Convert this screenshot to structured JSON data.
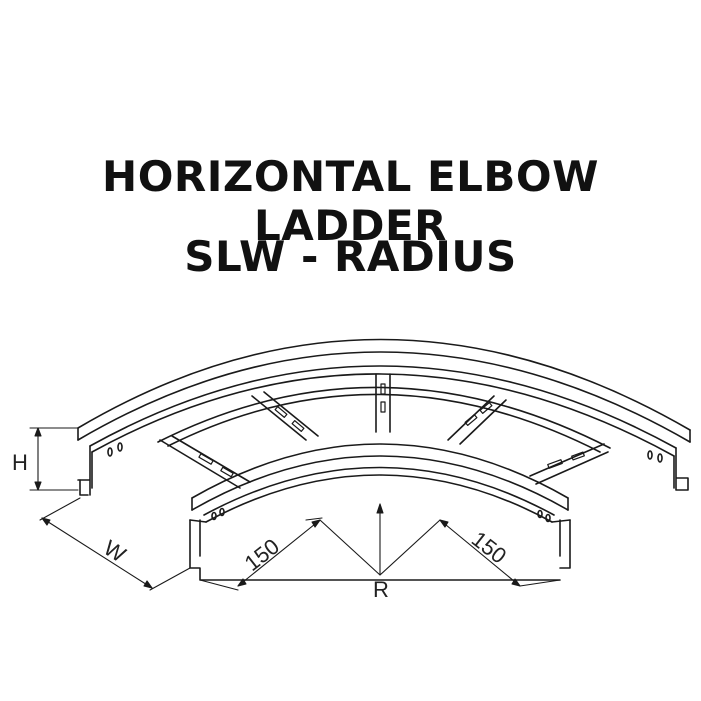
{
  "title_line1": "HORIZONTAL ELBOW LADDER",
  "title_line2": "SLW - RADIUS",
  "dimensions": {
    "height": "H",
    "width": "W",
    "straight_left": "150",
    "straight_right": "150",
    "radius": "R"
  },
  "colors": {
    "line": "#1a1a1a",
    "background": "#ffffff"
  }
}
